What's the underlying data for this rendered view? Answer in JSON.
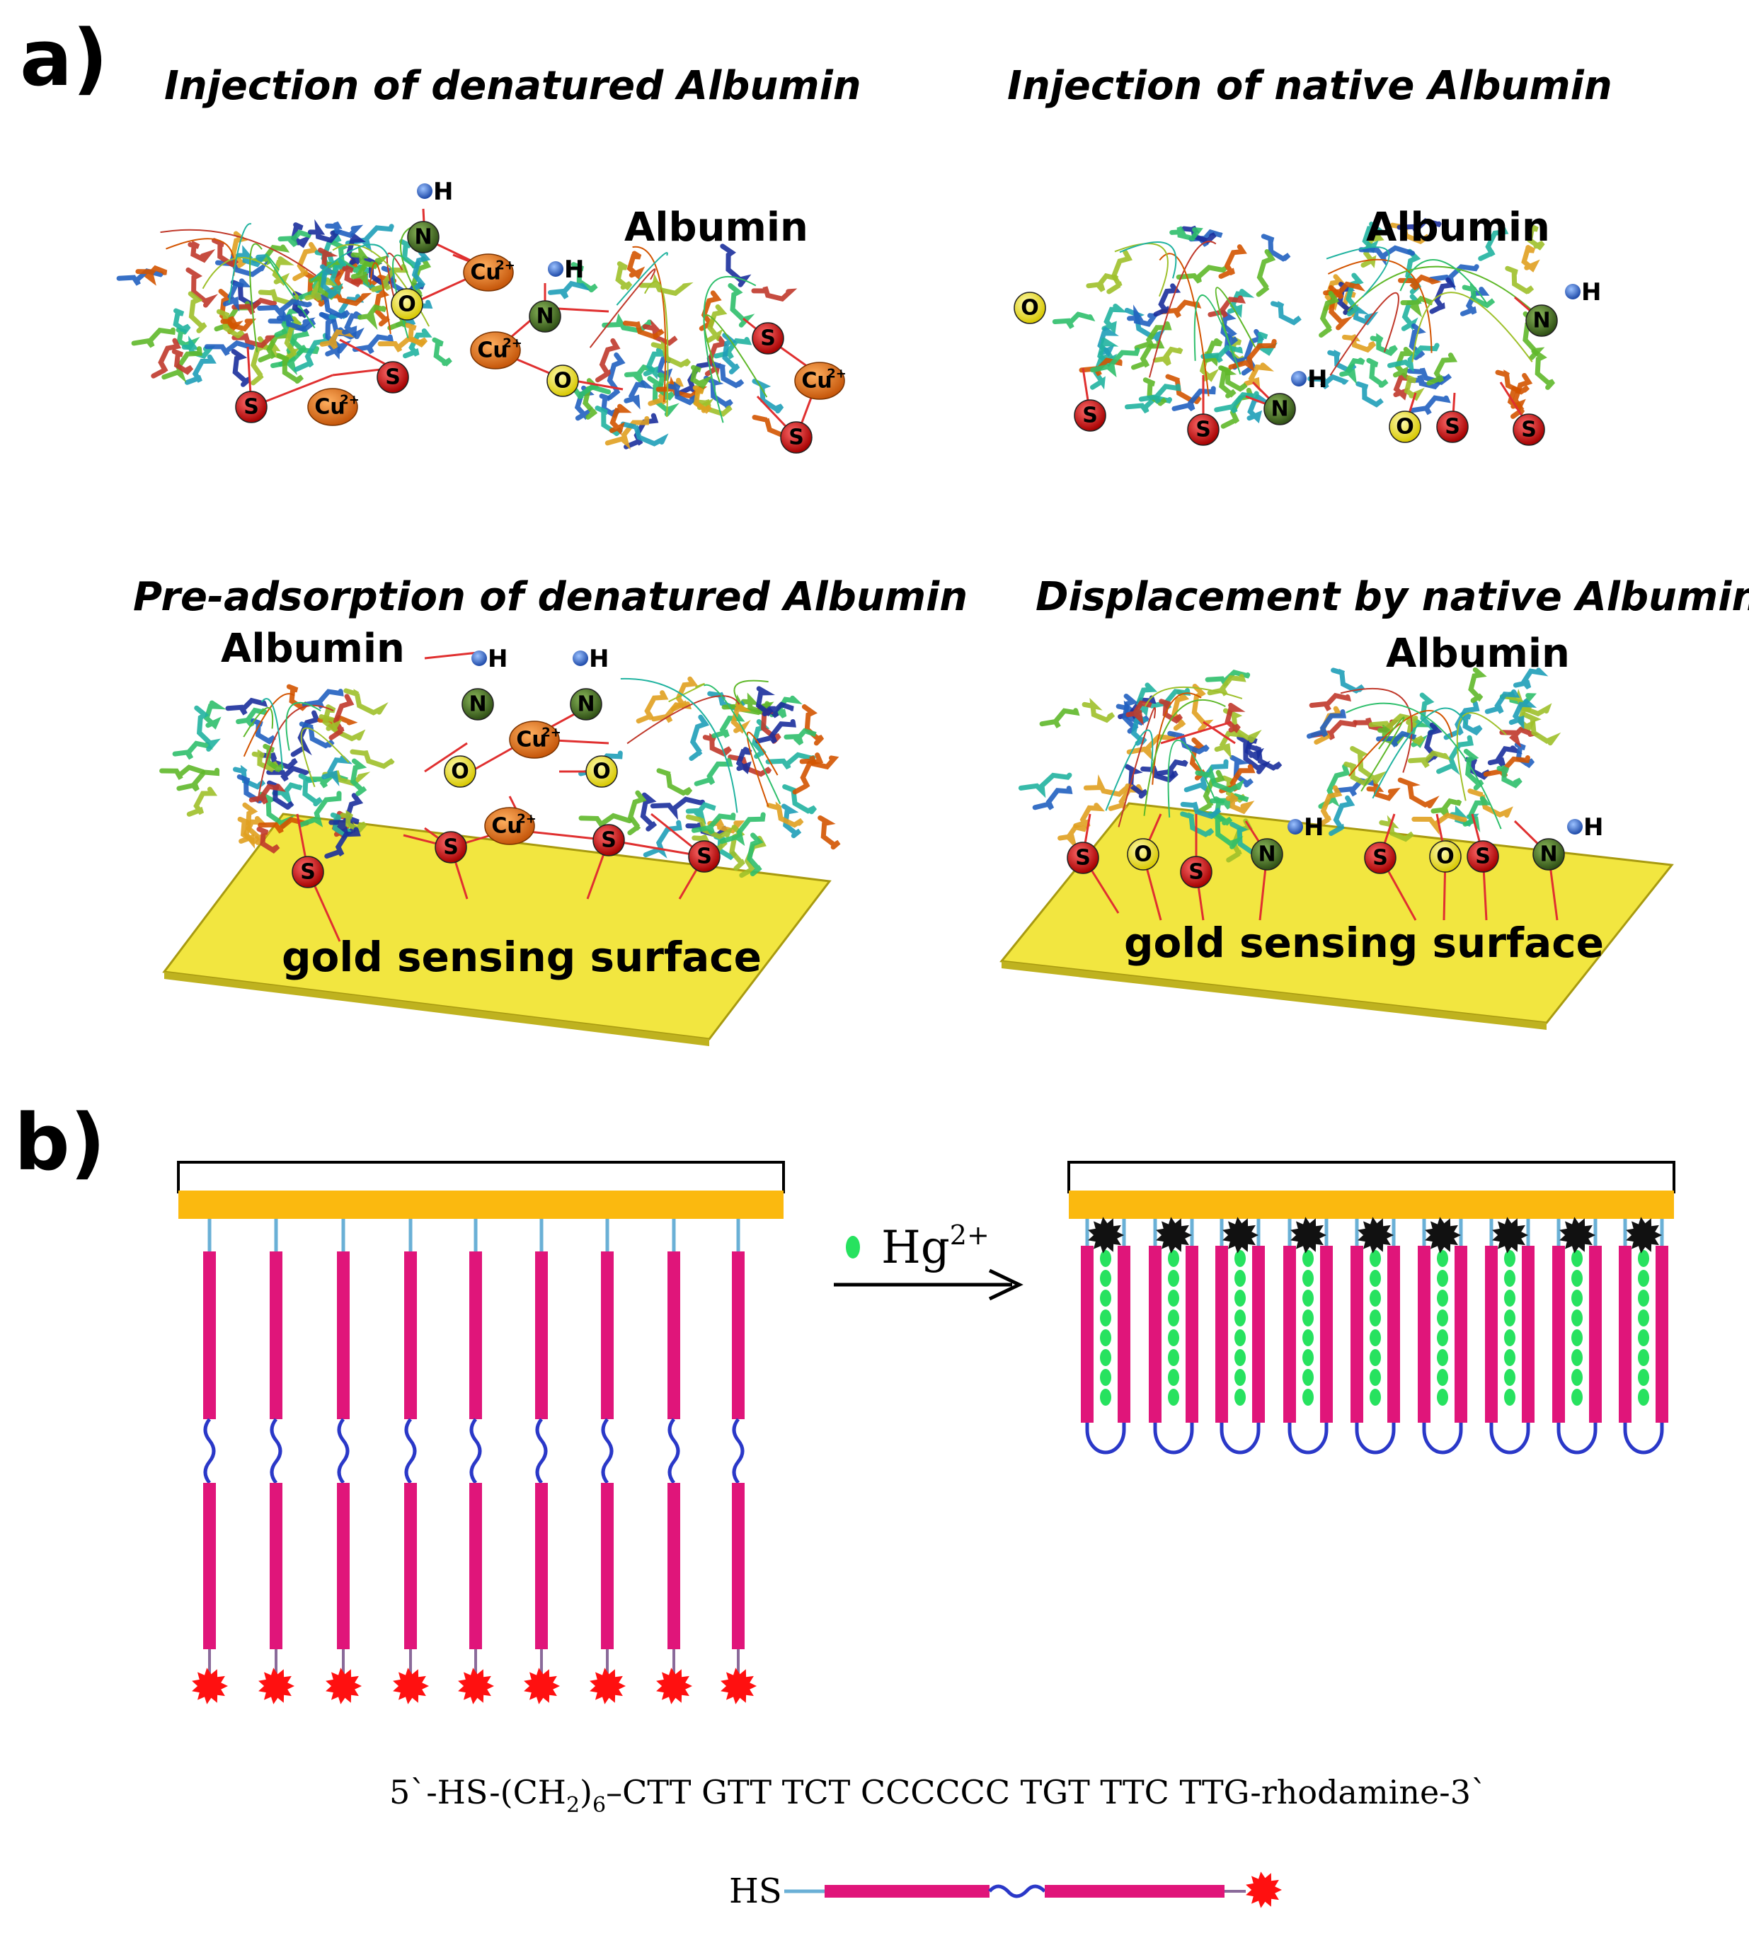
{
  "panel_a": {
    "label": "a)",
    "titles": {
      "top_left": "Injection of denatured Albumin",
      "top_right": "Injection of native Albumin",
      "bottom_left": "Pre-adsorption of denatured Albumin",
      "bottom_right": "Displacement by native Albumin"
    },
    "albumin_label": "Albumin",
    "surface_label": "gold sensing surface",
    "atoms": {
      "sulfur": "S",
      "oxygen": "O",
      "nitrogen": "N",
      "hydrogen": "H",
      "copper": "Cu",
      "copper_charge": "2+"
    },
    "colors": {
      "sulfur": "#cc1111",
      "oxygen": "#f2e81a",
      "nitrogen": "#4e7a2a",
      "copper": "#e8741a",
      "hydrogen": "#3a6fd8",
      "gold_surface": "#f2e640",
      "bond": "#e03030"
    }
  },
  "panel_b": {
    "label": "b)",
    "ion_label": "Hg",
    "ion_charge": "2+",
    "sequence": {
      "prefix": "5`-HS-(CH",
      "subscript1": "2",
      "close": ")",
      "subscript2": "6",
      "rest": "–CTT GTT TCT CCCCCC TGT TTC TTG-rhodamine-3`"
    },
    "legend_label": "HS",
    "colors": {
      "gold_bar": "#fbb90f",
      "strand": "#e0157a",
      "loop": "#2a38c8",
      "linker": "#6ab0d6",
      "rhodamine": "#ff1010",
      "quenched": "#111111",
      "hg_ion": "#27e25f"
    }
  }
}
